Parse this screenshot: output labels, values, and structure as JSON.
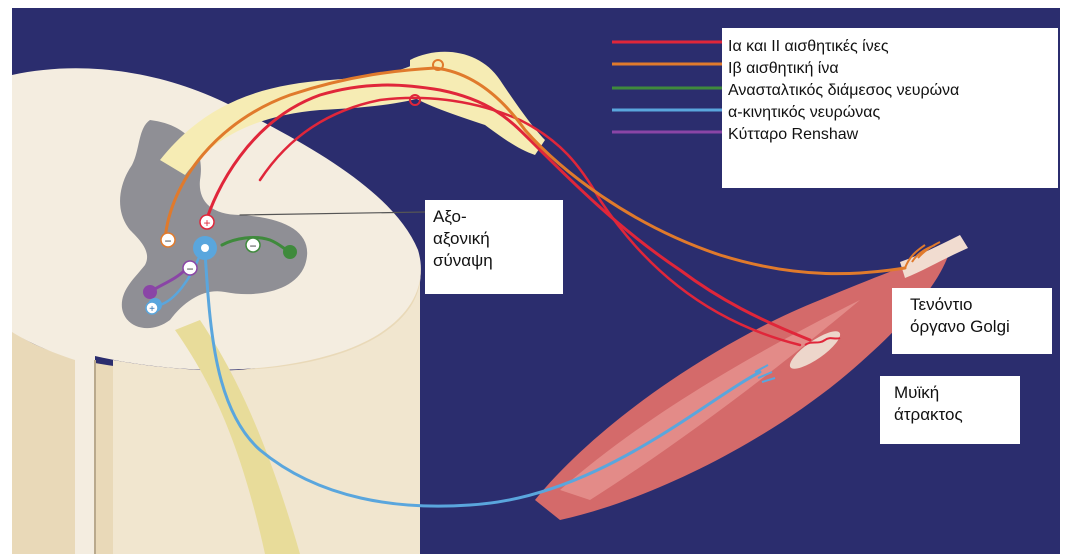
{
  "colors": {
    "background": "#2b2d6e",
    "Ia_II_sensory": "#e0263a",
    "Ib_sensory": "#e07a2c",
    "inhibitory_interneuron": "#3f8a3c",
    "alpha_motor": "#5aa6dd",
    "renshaw": "#8a45a6",
    "spinal_cord_white": "#f4ede0",
    "spinal_cord_gray": "#8f8f95",
    "ganglion": "#f6ecb4",
    "muscle": "#d46a6a"
  },
  "legend": {
    "items": [
      {
        "label": "Ια και ΙΙ αισθητικές ίνες",
        "color": "#e0263a"
      },
      {
        "label": "Ιβ αισθητική ίνα",
        "color": "#e07a2c"
      },
      {
        "label": "Ανασταλτικός διάμεσος νευρώνα",
        "color": "#3f8a3c"
      },
      {
        "label": "α-κινητικός νευρώνας",
        "color": "#5aa6dd"
      },
      {
        "label": "Κύτταρο Renshaw",
        "color": "#8a45a6"
      }
    ]
  },
  "labels": {
    "axo_axonic": [
      "Αξο-",
      "αξονική",
      "σύναψη"
    ],
    "golgi": [
      "Τενόντιο",
      "όργανο Golgi"
    ],
    "spindle": [
      "Μυϊκή",
      "άτρακτος"
    ]
  },
  "symbols": {
    "plus": "+",
    "minus": "−"
  }
}
